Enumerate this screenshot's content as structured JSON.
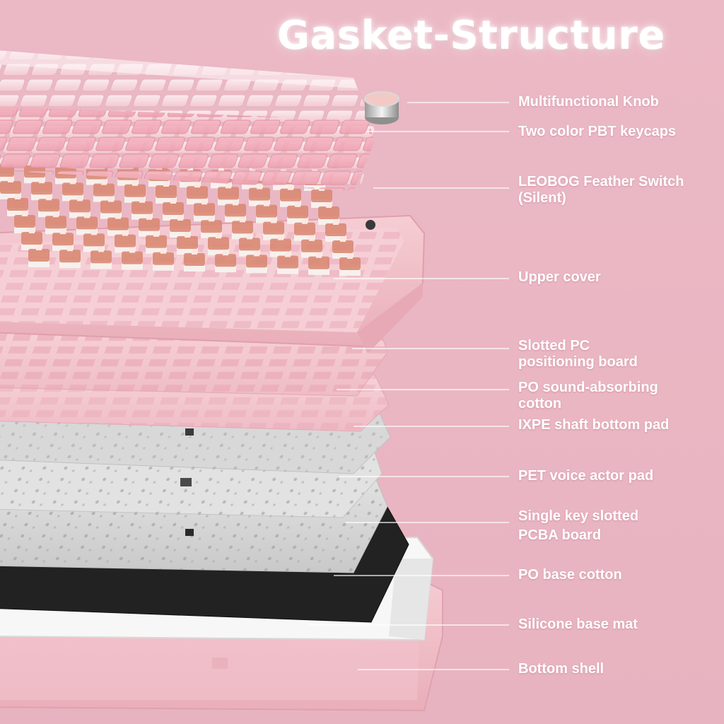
{
  "title": "Gasket-Structure",
  "colors": {
    "background": "#e9b6c2",
    "label_text": "#ffffff",
    "leader_line": "#ffffff",
    "pink_plate": "#f4c3cc",
    "switch_housing": "#d98a73",
    "black_pcb": "#1e1e1e",
    "white_plate": "#dcdcdc"
  },
  "layers": [
    {
      "id": "knob",
      "lines": [
        "Multifunctional Knob"
      ]
    },
    {
      "id": "keycaps",
      "lines": [
        "Two color PBT keycaps"
      ]
    },
    {
      "id": "switch",
      "lines": [
        "LEOBOG Feather Switch",
        "(Silent)"
      ]
    },
    {
      "id": "upper-cover",
      "lines": [
        "Upper cover"
      ]
    },
    {
      "id": "pc-board",
      "lines": [
        "Slotted PC",
        "positioning board"
      ]
    },
    {
      "id": "po-cotton",
      "lines": [
        "PO sound-absorbing",
        "cotton"
      ]
    },
    {
      "id": "ixpe-pad",
      "lines": [
        "IXPE shaft bottom pad"
      ]
    },
    {
      "id": "pet-pad",
      "lines": [
        "PET voice actor pad"
      ]
    },
    {
      "id": "pcba-board",
      "lines": [
        "Single key slotted",
        "PCBA board"
      ]
    },
    {
      "id": "po-base",
      "lines": [
        "PO base cotton"
      ]
    },
    {
      "id": "silicone-mat",
      "lines": [
        "Silicone base mat"
      ]
    },
    {
      "id": "bottom-shell",
      "lines": [
        "Bottom shell"
      ]
    }
  ]
}
